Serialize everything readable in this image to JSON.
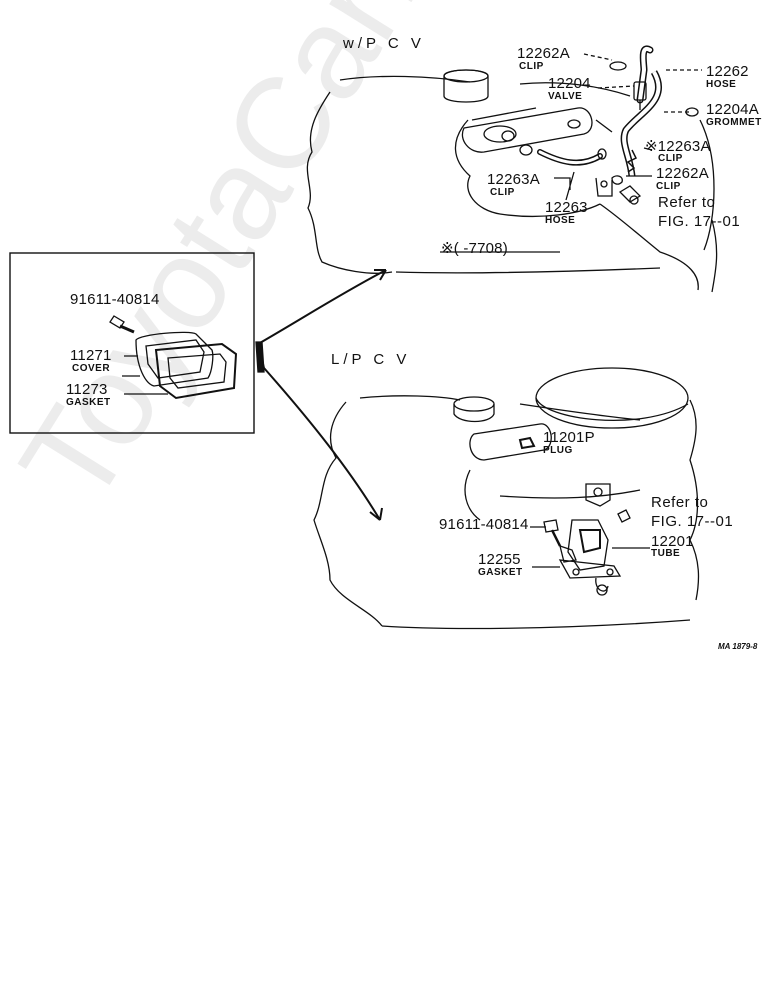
{
  "watermark": "ToyotaCarMirror",
  "figure_code": "MA 1879-8",
  "top_view": {
    "header": "w/P C V",
    "range_note": "※(      -7708)",
    "refer": [
      "Refer to",
      "FIG. 17--01"
    ],
    "parts": [
      {
        "id": "p1",
        "number": "12262A",
        "name": "CLIP"
      },
      {
        "id": "p2",
        "number": "12262",
        "name": "HOSE"
      },
      {
        "id": "p3",
        "number": "12204",
        "name": "VALVE"
      },
      {
        "id": "p4",
        "number": "12204A",
        "name": "GROMMET"
      },
      {
        "id": "p5",
        "number": "※12263A",
        "name": "CLIP"
      },
      {
        "id": "p6",
        "number": "12262A",
        "name": "CLIP"
      },
      {
        "id": "p7",
        "number": "12263A",
        "name": "CLIP"
      },
      {
        "id": "p8",
        "number": "12263",
        "name": "HOSE"
      }
    ]
  },
  "inset": {
    "parts": [
      {
        "id": "i1",
        "number": "91611-40814",
        "name": ""
      },
      {
        "id": "i2",
        "number": "11271",
        "name": "COVER"
      },
      {
        "id": "i3",
        "number": "11273",
        "name": "GASKET"
      }
    ]
  },
  "bottom_view": {
    "header": "L/P  C  V",
    "refer": [
      "Refer to",
      "FIG. 17--01"
    ],
    "parts": [
      {
        "id": "b1",
        "number": "11201P",
        "name": "PLUG"
      },
      {
        "id": "b2",
        "number": "91611-40814",
        "name": ""
      },
      {
        "id": "b3",
        "number": "12201",
        "name": "TUBE"
      },
      {
        "id": "b4",
        "number": "12255",
        "name": "GASKET"
      }
    ]
  }
}
